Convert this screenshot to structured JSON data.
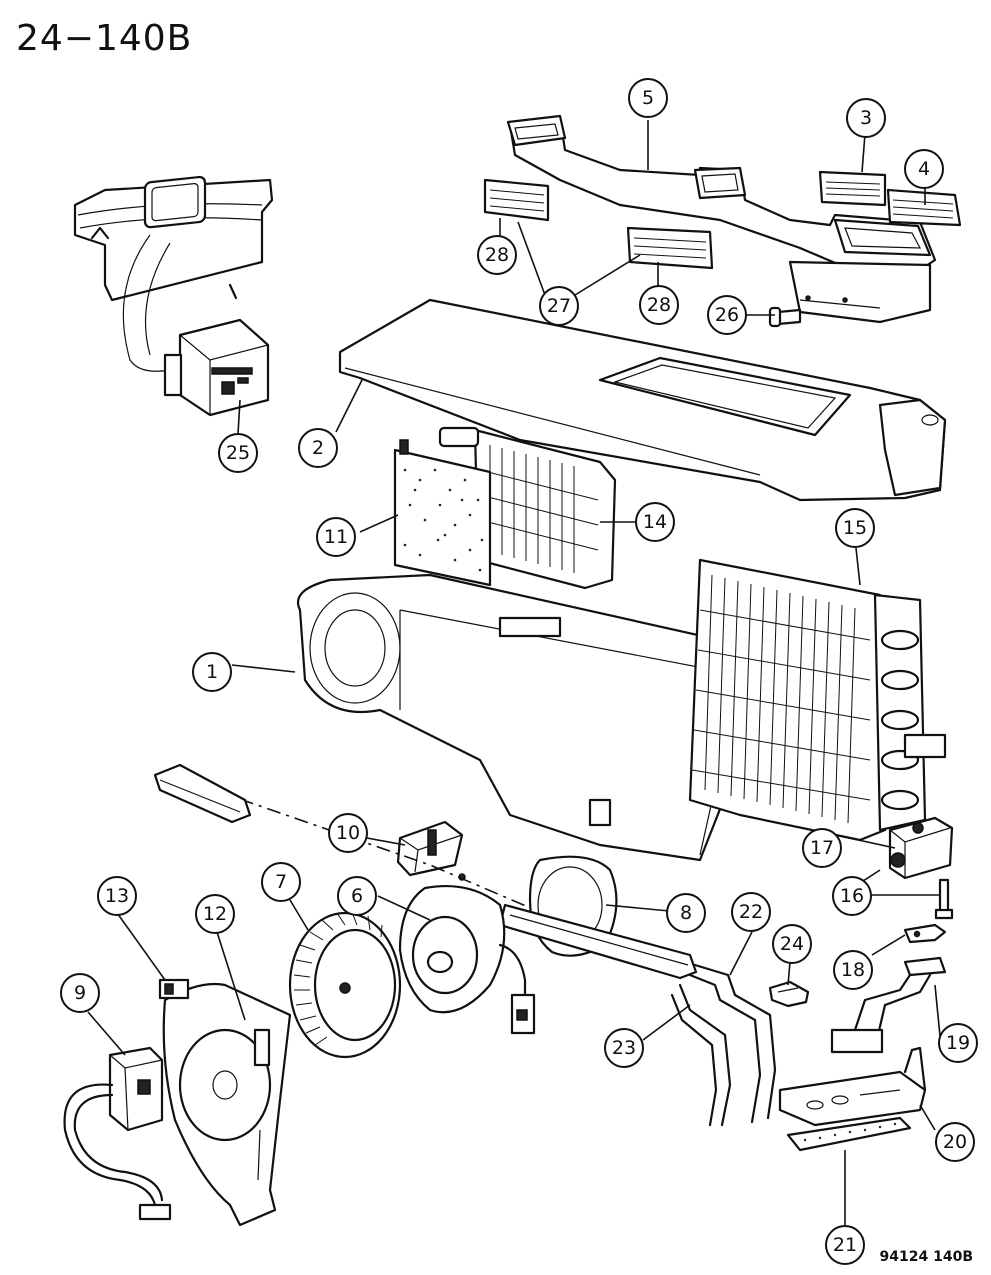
{
  "title": "24−140B",
  "footer_code": "94124  140B",
  "callouts": [
    {
      "id": "c1",
      "label": "1"
    },
    {
      "id": "c2",
      "label": "2"
    },
    {
      "id": "c3",
      "label": "3"
    },
    {
      "id": "c4",
      "label": "4"
    },
    {
      "id": "c5",
      "label": "5"
    },
    {
      "id": "c6",
      "label": "6"
    },
    {
      "id": "c7",
      "label": "7"
    },
    {
      "id": "c8",
      "label": "8"
    },
    {
      "id": "c9",
      "label": "9"
    },
    {
      "id": "c10",
      "label": "10"
    },
    {
      "id": "c11",
      "label": "11"
    },
    {
      "id": "c12",
      "label": "12"
    },
    {
      "id": "c13",
      "label": "13"
    },
    {
      "id": "c14",
      "label": "14"
    },
    {
      "id": "c15",
      "label": "15"
    },
    {
      "id": "c16",
      "label": "16"
    },
    {
      "id": "c17",
      "label": "17"
    },
    {
      "id": "c18",
      "label": "18"
    },
    {
      "id": "c19",
      "label": "19"
    },
    {
      "id": "c20",
      "label": "20"
    },
    {
      "id": "c21",
      "label": "21"
    },
    {
      "id": "c22",
      "label": "22"
    },
    {
      "id": "c23",
      "label": "23"
    },
    {
      "id": "c24",
      "label": "24"
    },
    {
      "id": "c25",
      "label": "25"
    },
    {
      "id": "c26",
      "label": "26"
    },
    {
      "id": "c27",
      "label": "27"
    },
    {
      "id": "c28a",
      "label": "28"
    },
    {
      "id": "c28b",
      "label": "28"
    }
  ]
}
